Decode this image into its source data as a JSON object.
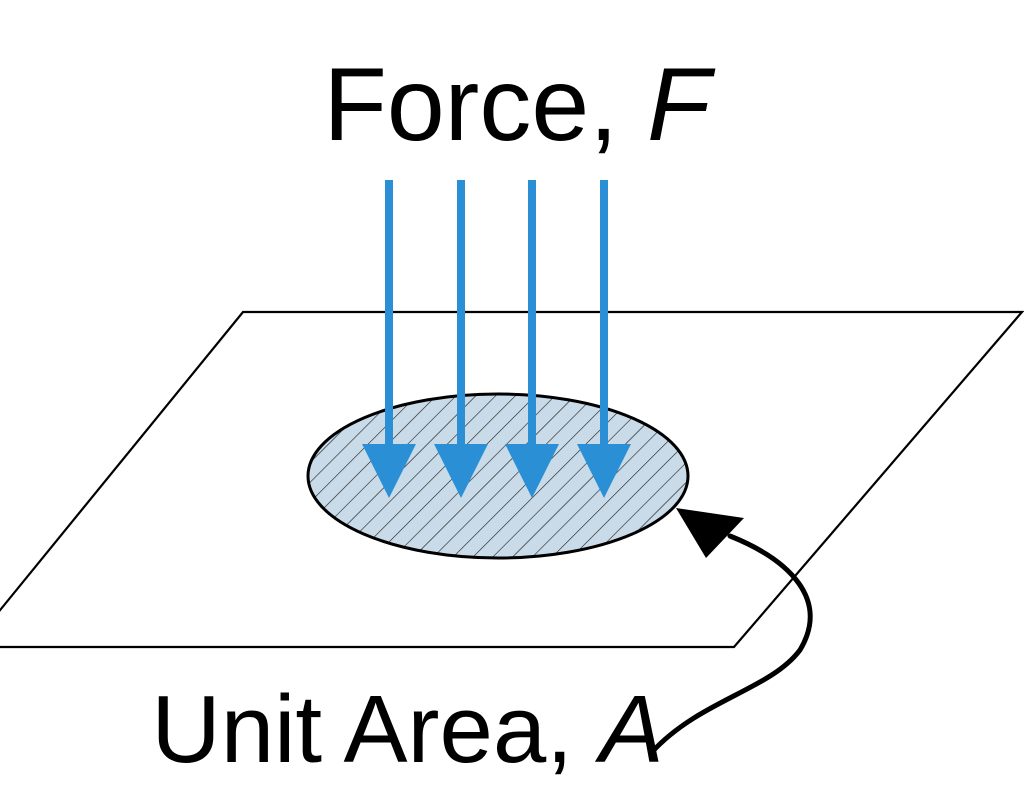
{
  "force_label": {
    "prefix": "Force, ",
    "variable": "F"
  },
  "area_label": {
    "prefix": "Unit Area, ",
    "variable": "A"
  },
  "arrows": {
    "count": 4
  },
  "colors": {
    "arrow": "#2b8fd6",
    "area_fill": "#c9dbe8",
    "hatch": "#1a1a1a",
    "outline": "#000000",
    "background": "#ffffff"
  }
}
